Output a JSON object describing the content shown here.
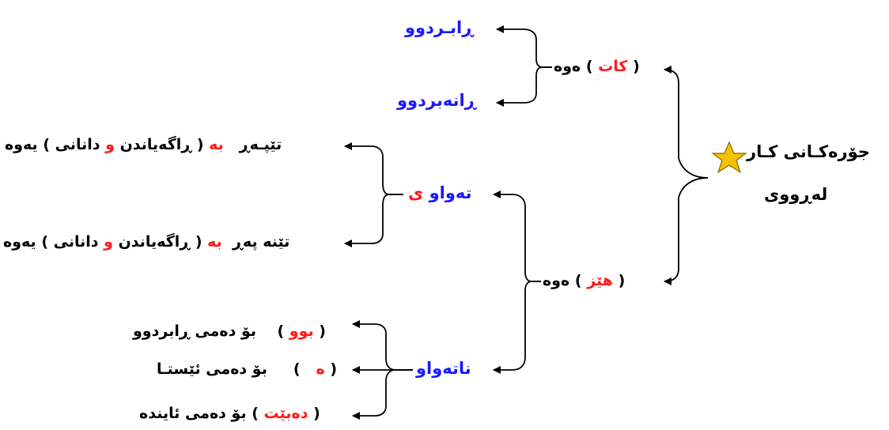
{
  "colors": {
    "blue": "#1a1aff",
    "red": "#ff1a1a",
    "black": "#000000",
    "star": "#f2c200"
  },
  "root": {
    "icon": "star-icon",
    "line1": "جۆرەکـانی کـار",
    "line2": "لەڕووی"
  },
  "kat": {
    "open": "(",
    "word": "کات",
    "close": ")",
    "suffix": "ەوە"
  },
  "rabrdw": "ڕابـردوو",
  "ranebrdw": "ڕانەبردوو",
  "hez": {
    "open": "(",
    "word": "هێز",
    "close": ")",
    "suffix": "ەوە"
  },
  "tewaw": {
    "main": "تەواو",
    "letter": "ی"
  },
  "tepper": {
    "verb": "تێپـەڕ",
    "prep": "بە",
    "open": "(",
    "a": "ڕاگەیاندن",
    "and": "و",
    "b": "دانانی",
    "close": ")",
    "end": "یەوە"
  },
  "tenaper": {
    "verb": "تێنە پەڕ",
    "prep": "بە",
    "open": "(",
    "a": "ڕاگەیاندن",
    "and": "و",
    "b": "دانانی",
    "close": ")",
    "end": "یەوە"
  },
  "natewaw": "ناتەواو",
  "bw": {
    "open": "(",
    "marker": "بوو",
    "close": ")",
    "text": "بۆ دەمی ڕابردوو"
  },
  "e": {
    "open": "(",
    "marker": "ە",
    "close": ")",
    "text": "بۆ دەمی ئێستـا"
  },
  "debet": {
    "open": "(",
    "marker": "دەبێت",
    "close": ")",
    "text": "بۆ دەمی ئاینده"
  }
}
